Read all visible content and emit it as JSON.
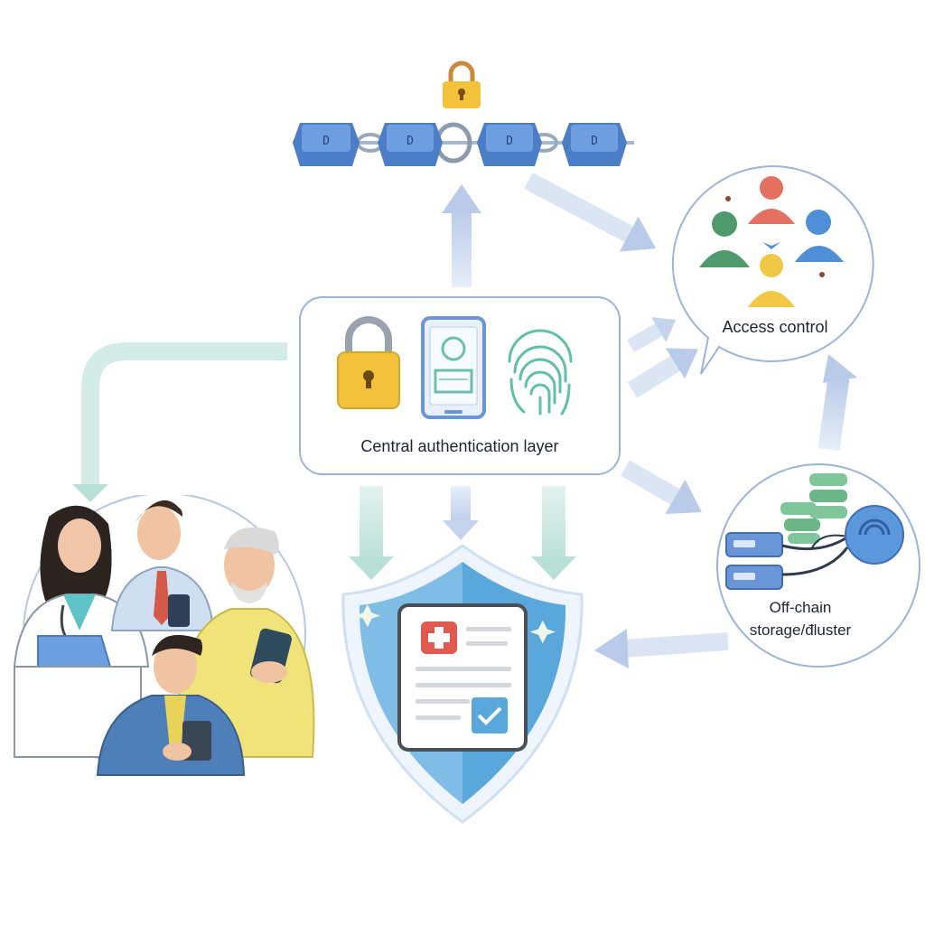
{
  "nodes": {
    "central_auth": {
      "label": "Central authentication layer"
    },
    "access_control": {
      "label": "Access control"
    },
    "off_chain_storage": {
      "label_line1": "Off-chain",
      "label_line2": "storage/đluster"
    }
  },
  "colors": {
    "block_blue": "#5b8fd6",
    "lock_gold": "#f1c23a",
    "arrow_blue": "#b7c9e6",
    "arrow_mint": "#bfe3dc",
    "shield_blue": "#5aa7dc",
    "outline_blue": "#9db4d8",
    "person_red": "#e4715f",
    "person_green": "#4f9a6d",
    "person_blue": "#4f8fd8",
    "person_yellow": "#f0c845"
  },
  "icons": [
    "padlock-icon",
    "blockchain-icon",
    "smartphone-icon",
    "fingerprint-icon",
    "users-group-icon",
    "database-cluster-icon",
    "shield-icon",
    "medical-record-icon",
    "people-group-illustration"
  ]
}
